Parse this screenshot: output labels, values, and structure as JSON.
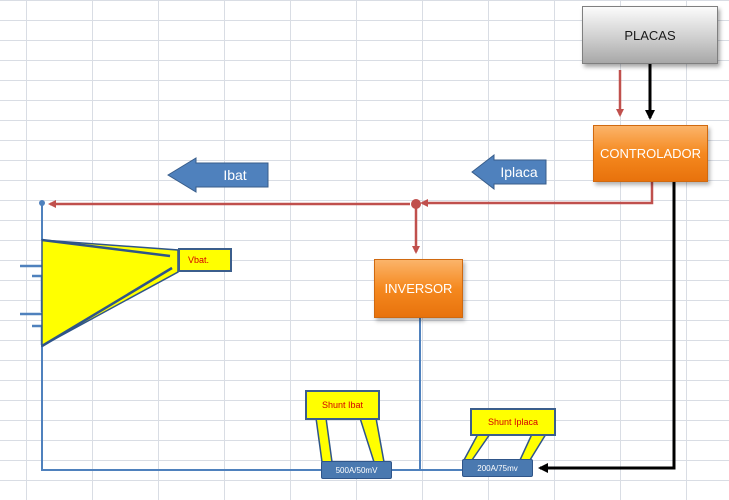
{
  "blocks": {
    "placas": "PLACAS",
    "controlador": "CONTROLADOR",
    "inversor": "INVERSOR"
  },
  "arrows": {
    "ibat": "Ibat",
    "iplaca": "Iplaca"
  },
  "callouts": {
    "vbat": "Vbat.",
    "shunt_ibat": "Shunt Ibat",
    "shunt_iplaca": "Shunt Iplaca"
  },
  "shunts": {
    "ibat_rating": "500A/50mV",
    "iplaca_rating": "200A/75mv"
  },
  "colors": {
    "current_flow": "#c0504d",
    "black_wire": "#000000",
    "blue_wire": "#4f81bd",
    "block_orange": "#f5891f",
    "callout_yellow": "#ffff00"
  }
}
